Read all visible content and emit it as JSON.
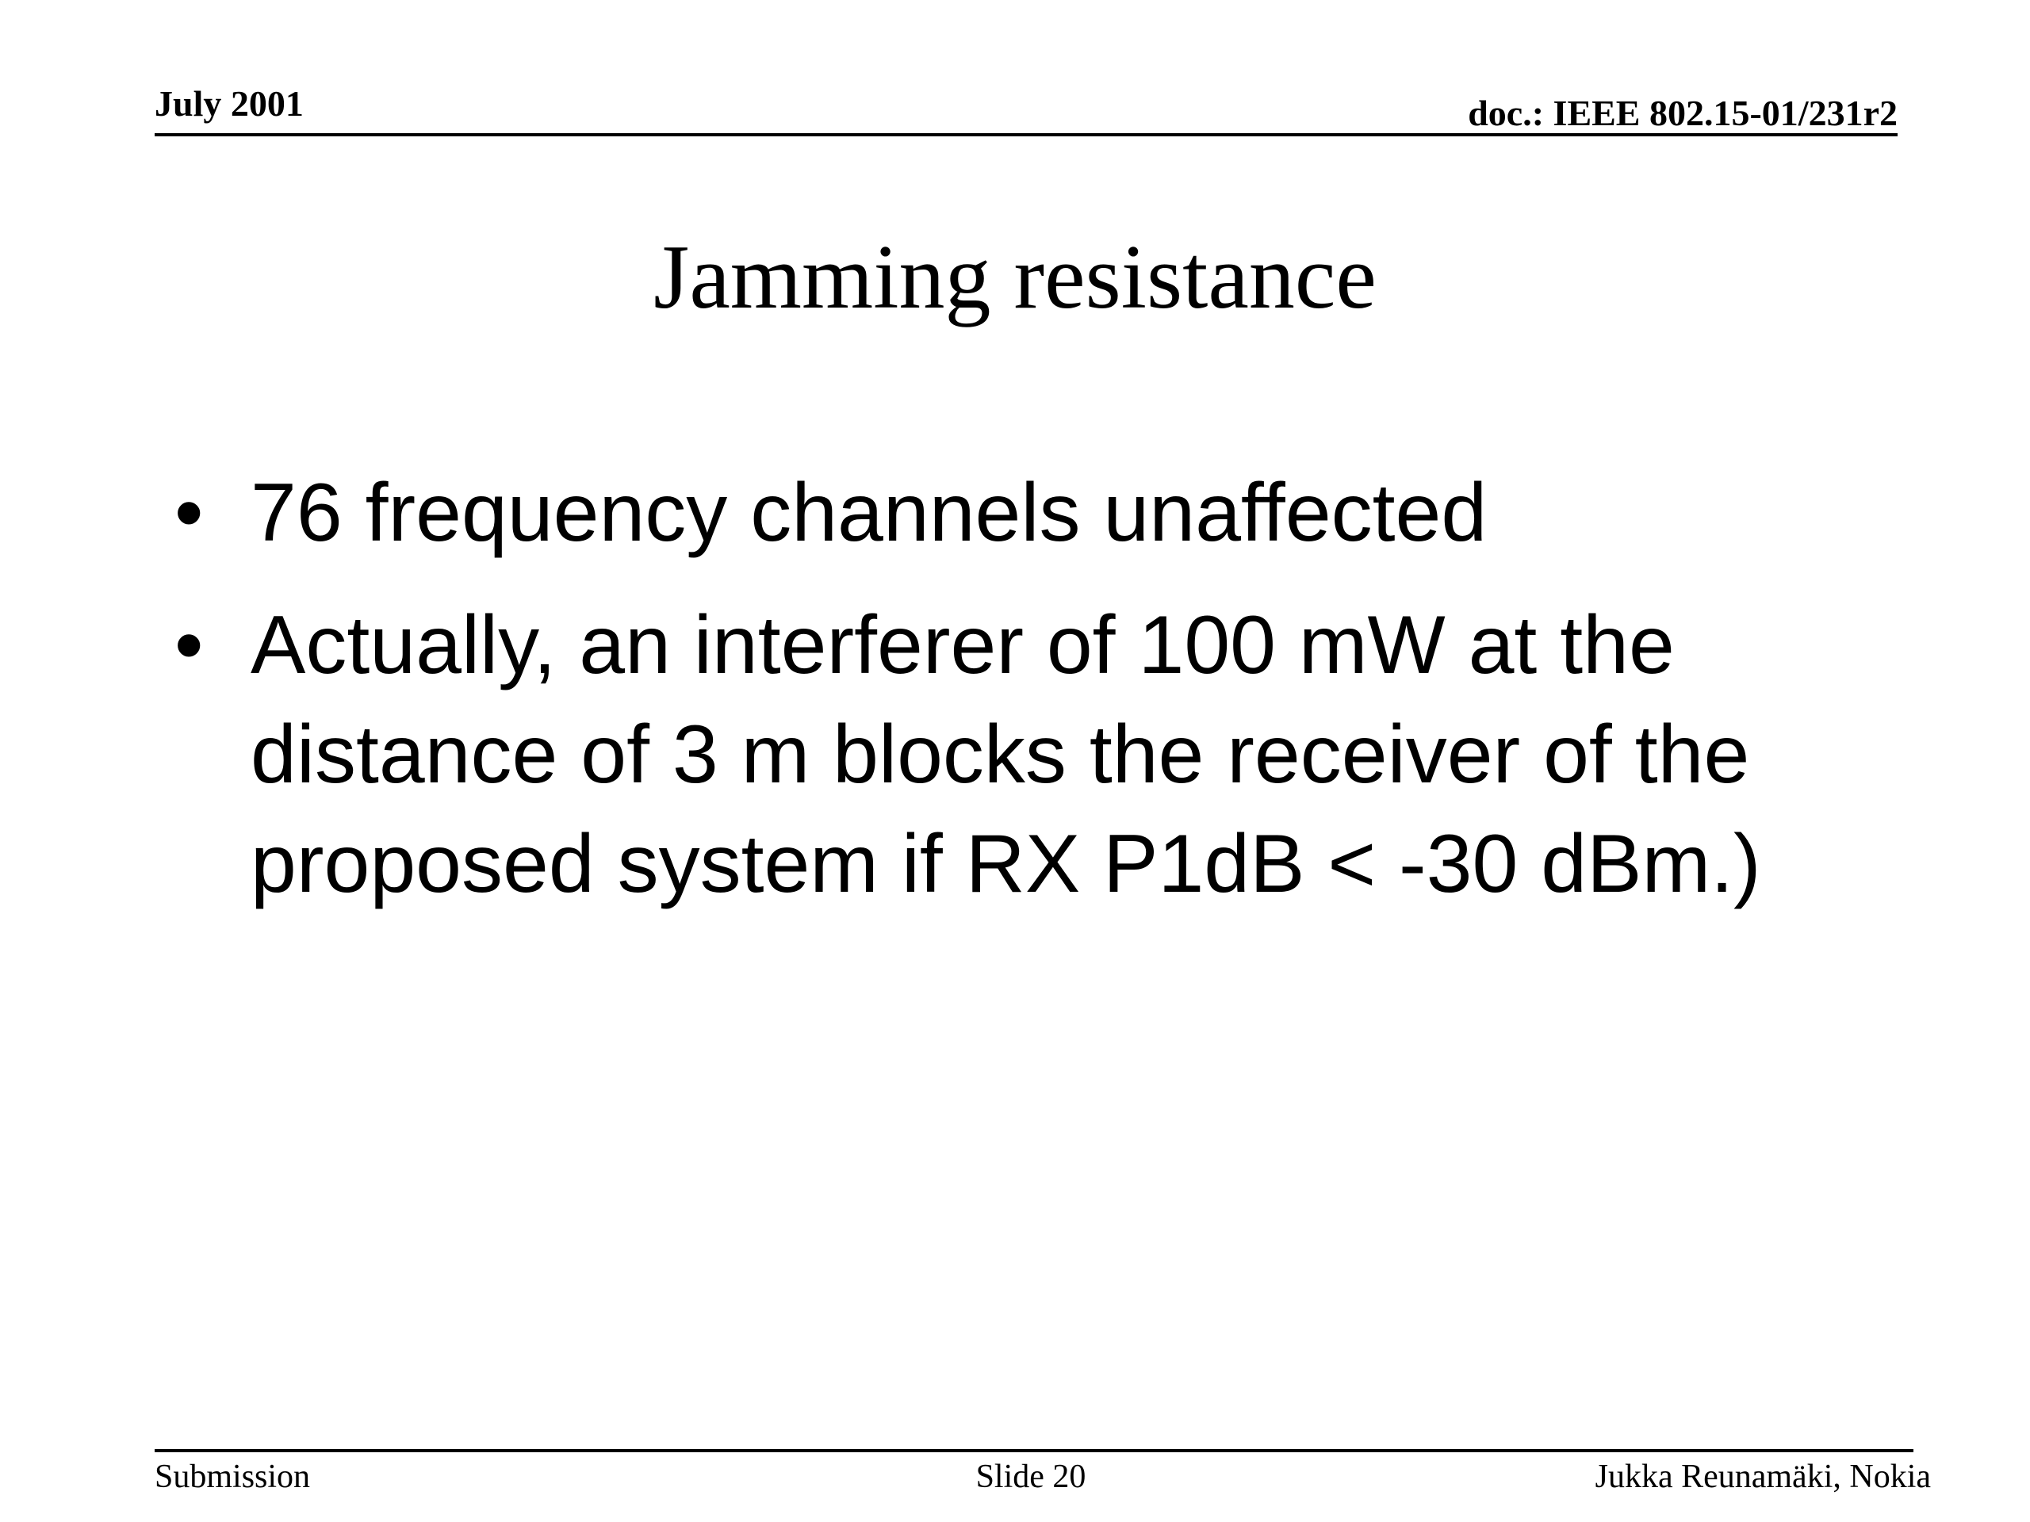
{
  "header": {
    "date": "July 2001",
    "doc_id": "doc.: IEEE 802.15-01/231r2"
  },
  "slide": {
    "title": "Jamming resistance",
    "bullet_glyph": "•",
    "bullets": [
      "76 frequency channels unaffected",
      "Actually, an interferer of 100 mW at the distance of 3 m blocks the receiver of the proposed system if RX P1dB < -30 dBm.)"
    ]
  },
  "footer": {
    "left": "Submission",
    "center": "Slide 20",
    "right": "Jukka Reunamäki, Nokia"
  }
}
